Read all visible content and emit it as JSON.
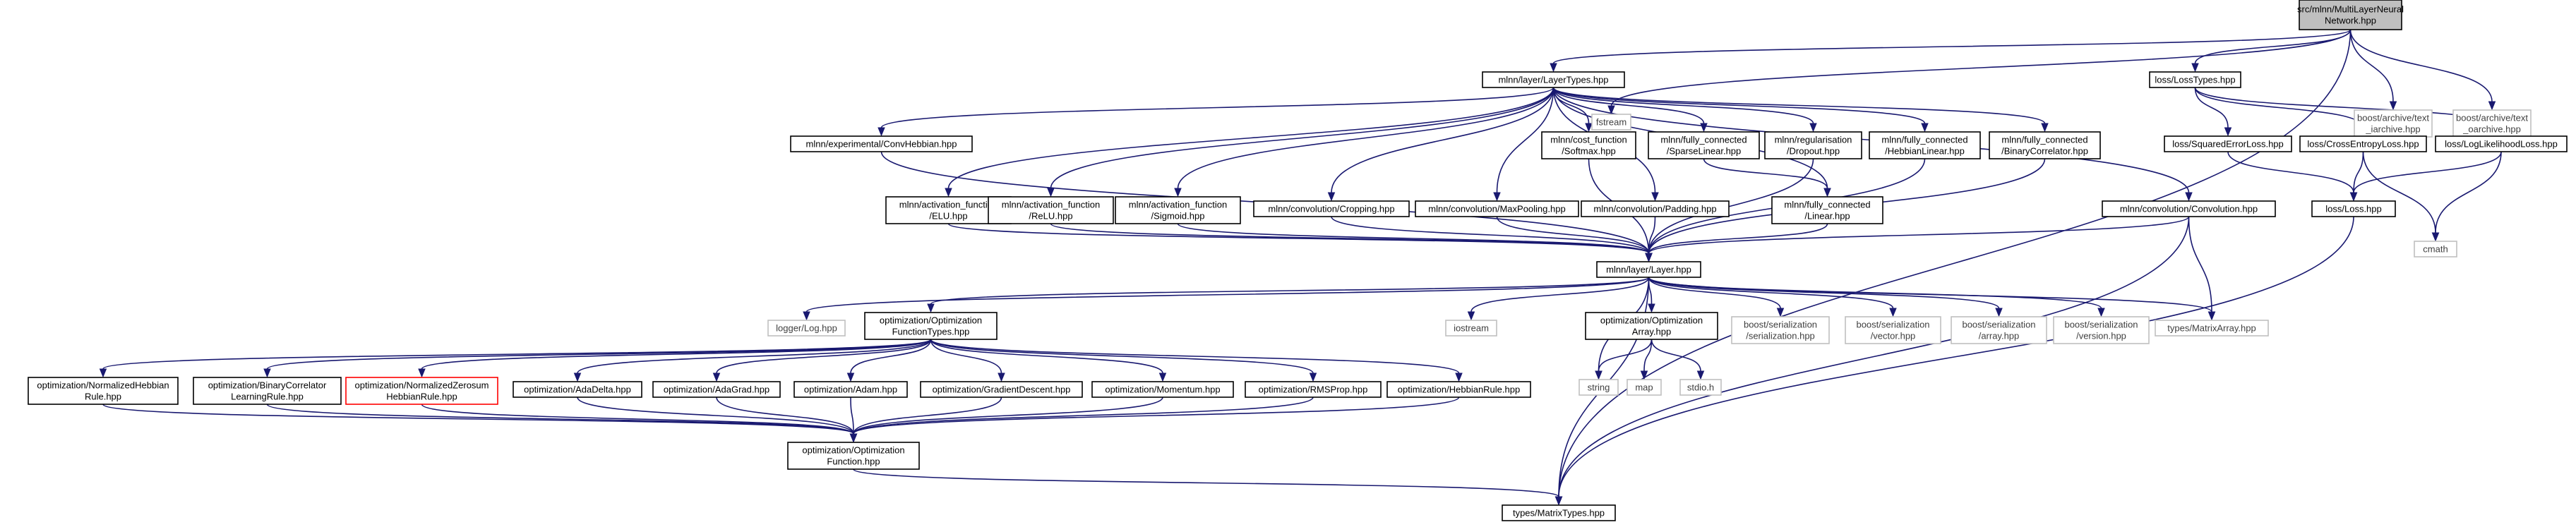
{
  "colors": {
    "edge": "#191970",
    "box_border_normal": "#000000",
    "box_border_external": "#bfbfbf",
    "box_border_truncated": "#ff0000",
    "box_fill_root": "#bfbfbf",
    "box_fill": "#ffffff",
    "external_text": "#404040"
  },
  "nodes": [
    {
      "id": "root",
      "lines": [
        "src/mlnn/MultiLayerNeural",
        "Network.hpp"
      ],
      "style": "root"
    },
    {
      "id": "layertypes",
      "lines": [
        "mlnn/layer/LayerTypes.hpp"
      ],
      "style": "normal"
    },
    {
      "id": "fstream",
      "lines": [
        "fstream"
      ],
      "style": "external"
    },
    {
      "id": "losstypes",
      "lines": [
        "loss/LossTypes.hpp"
      ],
      "style": "normal"
    },
    {
      "id": "boost_text_iarchive",
      "lines": [
        "boost/archive/text",
        "_iarchive.hpp"
      ],
      "style": "external"
    },
    {
      "id": "boost_text_oarchive",
      "lines": [
        "boost/archive/text",
        "_oarchive.hpp"
      ],
      "style": "external"
    },
    {
      "id": "convhebbian",
      "lines": [
        "mlnn/experimental/ConvHebbian.hpp"
      ],
      "style": "normal"
    },
    {
      "id": "softmax",
      "lines": [
        "mlnn/cost_function",
        "/Softmax.hpp"
      ],
      "style": "normal"
    },
    {
      "id": "sparselinear",
      "lines": [
        "mlnn/fully_connected",
        "/SparseLinear.hpp"
      ],
      "style": "normal"
    },
    {
      "id": "dropout",
      "lines": [
        "mlnn/regularisation",
        "/Dropout.hpp"
      ],
      "style": "normal"
    },
    {
      "id": "hebbianlinear",
      "lines": [
        "mlnn/fully_connected",
        "/HebbianLinear.hpp"
      ],
      "style": "normal"
    },
    {
      "id": "binarycorrelator",
      "lines": [
        "mlnn/fully_connected",
        "/BinaryCorrelator.hpp"
      ],
      "style": "normal"
    },
    {
      "id": "squarederror",
      "lines": [
        "loss/SquaredErrorLoss.hpp"
      ],
      "style": "normal"
    },
    {
      "id": "crossentropy",
      "lines": [
        "loss/CrossEntropyLoss.hpp"
      ],
      "style": "normal"
    },
    {
      "id": "loglikelihood",
      "lines": [
        "loss/LogLikelihoodLoss.hpp"
      ],
      "style": "normal"
    },
    {
      "id": "elu",
      "lines": [
        "mlnn/activation_function",
        "/ELU.hpp"
      ],
      "style": "normal"
    },
    {
      "id": "relu",
      "lines": [
        "mlnn/activation_function",
        "/ReLU.hpp"
      ],
      "style": "normal"
    },
    {
      "id": "sigmoid",
      "lines": [
        "mlnn/activation_function",
        "/Sigmoid.hpp"
      ],
      "style": "normal"
    },
    {
      "id": "cropping",
      "lines": [
        "mlnn/convolution/Cropping.hpp"
      ],
      "style": "normal"
    },
    {
      "id": "maxpooling",
      "lines": [
        "mlnn/convolution/MaxPooling.hpp"
      ],
      "style": "normal"
    },
    {
      "id": "padding",
      "lines": [
        "mlnn/convolution/Padding.hpp"
      ],
      "style": "normal"
    },
    {
      "id": "linear",
      "lines": [
        "mlnn/fully_connected",
        "/Linear.hpp"
      ],
      "style": "normal"
    },
    {
      "id": "convolution",
      "lines": [
        "mlnn/convolution/Convolution.hpp"
      ],
      "style": "normal"
    },
    {
      "id": "losshpp",
      "lines": [
        "loss/Loss.hpp"
      ],
      "style": "normal"
    },
    {
      "id": "cmath",
      "lines": [
        "cmath"
      ],
      "style": "external"
    },
    {
      "id": "layer",
      "lines": [
        "mlnn/layer/Layer.hpp"
      ],
      "style": "normal"
    },
    {
      "id": "logger",
      "lines": [
        "logger/Log.hpp"
      ],
      "style": "external"
    },
    {
      "id": "opttypes",
      "lines": [
        "optimization/Optimization",
        "FunctionTypes.hpp"
      ],
      "style": "normal"
    },
    {
      "id": "iostream",
      "lines": [
        "iostream"
      ],
      "style": "external"
    },
    {
      "id": "optarray",
      "lines": [
        "optimization/Optimization",
        "Array.hpp"
      ],
      "style": "normal"
    },
    {
      "id": "bs_serialization",
      "lines": [
        "boost/serialization",
        "/serialization.hpp"
      ],
      "style": "external"
    },
    {
      "id": "bs_vector",
      "lines": [
        "boost/serialization",
        "/vector.hpp"
      ],
      "style": "external"
    },
    {
      "id": "bs_array",
      "lines": [
        "boost/serialization",
        "/array.hpp"
      ],
      "style": "external"
    },
    {
      "id": "bs_version",
      "lines": [
        "boost/serialization",
        "/version.hpp"
      ],
      "style": "external"
    },
    {
      "id": "matrixarray",
      "lines": [
        "types/MatrixArray.hpp"
      ],
      "style": "external"
    },
    {
      "id": "string",
      "lines": [
        "string"
      ],
      "style": "external"
    },
    {
      "id": "map",
      "lines": [
        "map"
      ],
      "style": "external"
    },
    {
      "id": "stdio",
      "lines": [
        "stdio.h"
      ],
      "style": "external"
    },
    {
      "id": "nhebbian",
      "lines": [
        "optimization/NormalizedHebbian",
        "Rule.hpp"
      ],
      "style": "normal"
    },
    {
      "id": "binarycorr_rule",
      "lines": [
        "optimization/BinaryCorrelator",
        "LearningRule.hpp"
      ],
      "style": "normal"
    },
    {
      "id": "nzerosum",
      "lines": [
        "optimization/NormalizedZerosum",
        "HebbianRule.hpp"
      ],
      "style": "truncated"
    },
    {
      "id": "adadelta",
      "lines": [
        "optimization/AdaDelta.hpp"
      ],
      "style": "normal"
    },
    {
      "id": "adagrad",
      "lines": [
        "optimization/AdaGrad.hpp"
      ],
      "style": "normal"
    },
    {
      "id": "adam",
      "lines": [
        "optimization/Adam.hpp"
      ],
      "style": "normal"
    },
    {
      "id": "graddescent",
      "lines": [
        "optimization/GradientDescent.hpp"
      ],
      "style": "normal"
    },
    {
      "id": "momentum",
      "lines": [
        "optimization/Momentum.hpp"
      ],
      "style": "normal"
    },
    {
      "id": "rmsprop",
      "lines": [
        "optimization/RMSProp.hpp"
      ],
      "style": "normal"
    },
    {
      "id": "hebbianrule",
      "lines": [
        "optimization/HebbianRule.hpp"
      ],
      "style": "normal"
    },
    {
      "id": "optfunction",
      "lines": [
        "optimization/Optimization",
        "Function.hpp"
      ],
      "style": "normal"
    },
    {
      "id": "matrixtypes",
      "lines": [
        "types/MatrixTypes.hpp"
      ],
      "style": "normal"
    }
  ],
  "edges": [
    [
      "root",
      "layertypes"
    ],
    [
      "root",
      "fstream"
    ],
    [
      "root",
      "losstypes"
    ],
    [
      "root",
      "boost_text_iarchive"
    ],
    [
      "root",
      "boost_text_oarchive"
    ],
    [
      "root",
      "matrixtypes"
    ],
    [
      "layertypes",
      "convhebbian"
    ],
    [
      "layertypes",
      "elu"
    ],
    [
      "layertypes",
      "relu"
    ],
    [
      "layertypes",
      "sigmoid"
    ],
    [
      "layertypes",
      "cropping"
    ],
    [
      "layertypes",
      "maxpooling"
    ],
    [
      "layertypes",
      "padding"
    ],
    [
      "layertypes",
      "softmax"
    ],
    [
      "layertypes",
      "sparselinear"
    ],
    [
      "layertypes",
      "dropout"
    ],
    [
      "layertypes",
      "hebbianlinear"
    ],
    [
      "layertypes",
      "binarycorrelator"
    ],
    [
      "layertypes",
      "linear"
    ],
    [
      "layertypes",
      "convolution"
    ],
    [
      "losstypes",
      "squarederror"
    ],
    [
      "losstypes",
      "crossentropy"
    ],
    [
      "losstypes",
      "loglikelihood"
    ],
    [
      "squarederror",
      "losshpp"
    ],
    [
      "crossentropy",
      "losshpp"
    ],
    [
      "crossentropy",
      "cmath"
    ],
    [
      "loglikelihood",
      "losshpp"
    ],
    [
      "loglikelihood",
      "cmath"
    ],
    [
      "losshpp",
      "matrixtypes"
    ],
    [
      "convhebbian",
      "layer"
    ],
    [
      "elu",
      "layer"
    ],
    [
      "relu",
      "layer"
    ],
    [
      "sigmoid",
      "layer"
    ],
    [
      "cropping",
      "layer"
    ],
    [
      "maxpooling",
      "layer"
    ],
    [
      "padding",
      "layer"
    ],
    [
      "softmax",
      "layer"
    ],
    [
      "sparselinear",
      "linear"
    ],
    [
      "dropout",
      "layer"
    ],
    [
      "hebbianlinear",
      "layer"
    ],
    [
      "binarycorrelator",
      "layer"
    ],
    [
      "linear",
      "layer"
    ],
    [
      "convolution",
      "layer"
    ],
    [
      "convolution",
      "matrixarray"
    ],
    [
      "convolution",
      "matrixtypes"
    ],
    [
      "layer",
      "logger"
    ],
    [
      "layer",
      "opttypes"
    ],
    [
      "layer",
      "iostream"
    ],
    [
      "layer",
      "optarray"
    ],
    [
      "layer",
      "bs_serialization"
    ],
    [
      "layer",
      "bs_vector"
    ],
    [
      "layer",
      "bs_array"
    ],
    [
      "layer",
      "bs_version"
    ],
    [
      "layer",
      "matrixarray"
    ],
    [
      "layer",
      "string"
    ],
    [
      "layer",
      "matrixtypes"
    ],
    [
      "optarray",
      "string"
    ],
    [
      "optarray",
      "map"
    ],
    [
      "optarray",
      "stdio"
    ],
    [
      "opttypes",
      "nhebbian"
    ],
    [
      "opttypes",
      "binarycorr_rule"
    ],
    [
      "opttypes",
      "nzerosum"
    ],
    [
      "opttypes",
      "adadelta"
    ],
    [
      "opttypes",
      "adagrad"
    ],
    [
      "opttypes",
      "adam"
    ],
    [
      "opttypes",
      "graddescent"
    ],
    [
      "opttypes",
      "momentum"
    ],
    [
      "opttypes",
      "rmsprop"
    ],
    [
      "opttypes",
      "hebbianrule"
    ],
    [
      "nhebbian",
      "optfunction"
    ],
    [
      "binarycorr_rule",
      "optfunction"
    ],
    [
      "nzerosum",
      "optfunction"
    ],
    [
      "adadelta",
      "optfunction"
    ],
    [
      "adagrad",
      "optfunction"
    ],
    [
      "adam",
      "optfunction"
    ],
    [
      "graddescent",
      "optfunction"
    ],
    [
      "momentum",
      "optfunction"
    ],
    [
      "rmsprop",
      "optfunction"
    ],
    [
      "hebbianrule",
      "optfunction"
    ],
    [
      "optfunction",
      "matrixtypes"
    ]
  ]
}
